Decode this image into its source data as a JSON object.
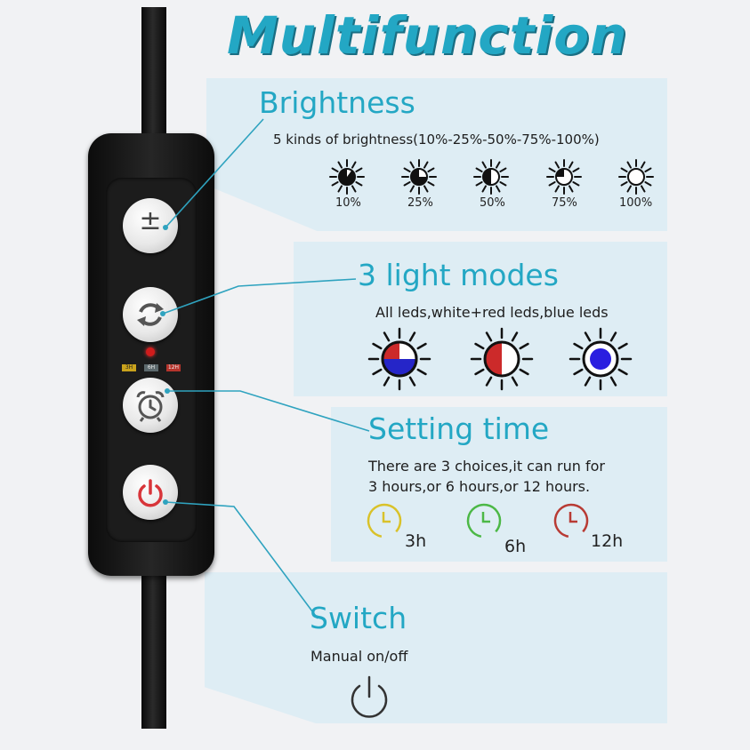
{
  "title": "Multifunction",
  "brightness": {
    "heading": "Brightness",
    "description": "5 kinds of brightness(10%-25%-50%-75%-100%)",
    "levels": [
      {
        "label": "10%",
        "fill": 0.9
      },
      {
        "label": "25%",
        "fill": 0.75
      },
      {
        "label": "50%",
        "fill": 0.5
      },
      {
        "label": "75%",
        "fill": 0.25
      },
      {
        "label": "100%",
        "fill": 0
      }
    ]
  },
  "modes": {
    "heading": "3 light modes",
    "description": "All leds,white+red leds,blue leds",
    "icons": [
      {
        "name": "all-leds-icon",
        "colors": [
          "#cc2a2a",
          "#2525c8",
          "#ffffff"
        ]
      },
      {
        "name": "white-red-leds-icon",
        "colors": [
          "#cc2a2a",
          "#ffffff"
        ]
      },
      {
        "name": "blue-leds-icon",
        "colors": [
          "#2a1ee0"
        ]
      }
    ]
  },
  "timer": {
    "heading": "Setting time",
    "line1": "There are 3 choices,it can run for",
    "line2": "3 hours,or 6 hours,or 12 hours.",
    "choices": [
      {
        "label": "3h",
        "color": "#d9c22a"
      },
      {
        "label": "6h",
        "color": "#4cb846"
      },
      {
        "label": "12h",
        "color": "#b83b34"
      }
    ]
  },
  "power": {
    "heading": "Switch",
    "description": "Manual on/off"
  },
  "controller": {
    "brightness_button_symbol": "±",
    "indicators": [
      "3H",
      "6H",
      "12H"
    ]
  },
  "colors": {
    "accent": "#23a7c4",
    "panel": "#deedf4",
    "controller": "#151515",
    "power_red": "#d8353a"
  }
}
